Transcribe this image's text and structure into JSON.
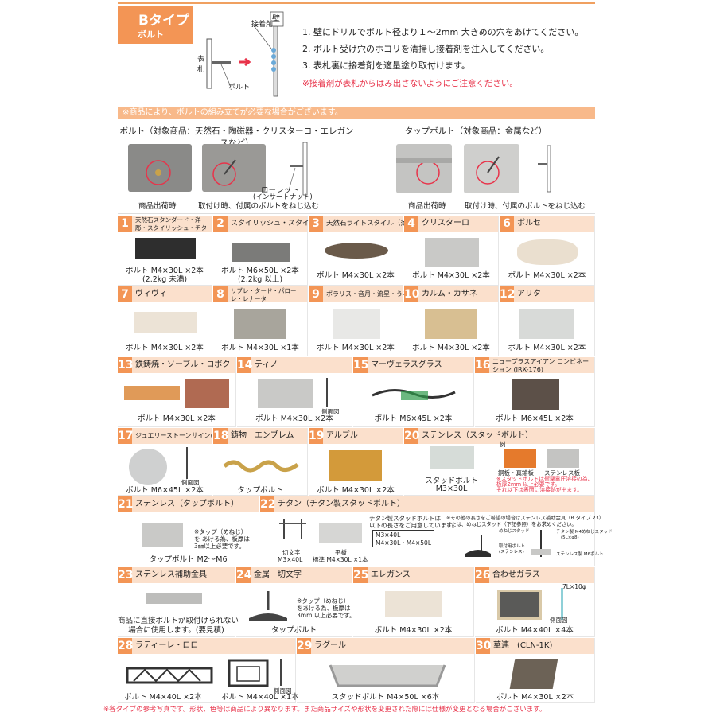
{
  "btype": {
    "title": "Bタイプ",
    "subtitle": "ボルト",
    "diagram": {
      "adhesive_label": "接着剤",
      "wall_label": "壁",
      "plate_label": "表札",
      "bolt_label": "ボルト"
    },
    "steps": [
      "1. 壁にドリルでボルト径より１～2mm 大きめの穴をあけてください。",
      "2. ボルト受け穴のホコリを清掃し接着剤を注入してください。",
      "3. 表札裏に接着剤を適量塗り取付けます。"
    ],
    "warning": "※接着剤が表札からはみ出さないようにご注意ください。"
  },
  "notice": "※商品により、ボルトの組み立てが必要な場合がございます。",
  "explain": {
    "left": {
      "heading": "ボルト（対象商品：天然石・陶磁器・クリスターロ・エレガンスなど）",
      "caption_shipping": "商品出荷時",
      "caption_install": "取付け時、付属のボルトをねじ込む",
      "insert_label": "ローレット",
      "insert_label2": "(インサートナット)"
    },
    "right": {
      "heading": "タップボルト（対象商品：金属など）",
      "caption_shipping": "商品出荷時",
      "caption_install": "取付け時、付属のボルトをねじ込む"
    }
  },
  "products": [
    {
      "num": "1",
      "title": "天然石スタンダード・洋彫・スタイリッシュ・チタンアートサイン",
      "caption": "ボルト M4×30L ×2本",
      "caption2": "(2.2kg 未満)"
    },
    {
      "num": "2",
      "title": "スタイリッシュ・スタイルプラス",
      "caption": "ボルト M6×50L ×2本",
      "caption2": "(2.2kg 以上)"
    },
    {
      "num": "3",
      "title": "天然石ライトスタイル（薄型）",
      "caption": "ボルト M4×30L ×2本"
    },
    {
      "num": "4",
      "title": "クリスターロ",
      "caption": "ボルト M4×30L ×2本"
    },
    {
      "num": "6",
      "title": "ボルセ",
      "caption": "ボルト M4×30L ×2本"
    },
    {
      "num": "7",
      "title": "ヴィヴィ",
      "caption": "ボルト M4×30L ×2本"
    },
    {
      "num": "8",
      "title": "リブレ・タード・パローレ・レナータ",
      "caption": "ボルト M4×30L ×1本"
    },
    {
      "num": "9",
      "title": "ボラリス・音月・流星・うるわし",
      "caption": "ボルト M4×30L ×2本"
    },
    {
      "num": "10",
      "title": "カルム・カサネ",
      "caption": "ボルト M4×30L ×2本"
    },
    {
      "num": "12",
      "title": "アリタ",
      "caption": "ボルト M4×30L ×2本"
    },
    {
      "num": "13",
      "title": "鉄鋳焼・ソーブル・コボク",
      "caption": "ボルト M4×30L ×2本"
    },
    {
      "num": "14",
      "title": "ティノ",
      "caption": "ボルト M4×30L ×2本",
      "side_label": "側面図"
    },
    {
      "num": "15",
      "title": "マーヴェラスグラス",
      "caption": "ボルト M6×45L ×2本"
    },
    {
      "num": "16",
      "title": "ニュープラスアイアン コンビネーション (IRX-176)",
      "caption": "ボルト M6×45L ×2本"
    },
    {
      "num": "17",
      "title": "ジュエリーストーンサイン(本体)",
      "caption": "ボルト M6×45L ×2本",
      "side_label": "側面図"
    },
    {
      "num": "18",
      "title": "鋳物　エンブレム",
      "caption": "タップボルト"
    },
    {
      "num": "19",
      "title": "アルブル",
      "caption": "ボルト M4×30L ×2本"
    },
    {
      "num": "20",
      "title": "ステンレス（スタッドボルト）",
      "caption": "スタッドボルト",
      "caption2": "M3×30L",
      "extra": {
        "example": "例",
        "label_a": "銅板・真鍮板",
        "label_b": "ステンレス板",
        "note1": "※スタッドボルトは衝撃電圧溶接の為、",
        "note2": "板厚2mm 以上必要です。",
        "note3": "それ以下は表面に溶接跡が出ます。"
      }
    },
    {
      "num": "21",
      "title": "ステンレス（タップボルト）",
      "caption": "タップボルト M2～M6",
      "notes": [
        "※タップ（めねじ）",
        "を あける為、板厚は",
        "3㎜以上必要です。"
      ]
    },
    {
      "num": "22",
      "title": "チタン（チタン製スタッドボルト）",
      "left_caption": "切文字",
      "left_caption2": "M3×40L",
      "mid_caption": "平板",
      "mid_caption2": "標準 M4×30L ×1本",
      "notes": [
        "チタン製スタッドボルトは",
        "以下の長さをご用意しています。"
      ],
      "sizes": [
        "M3×40L",
        "M4×30L・M4×50L"
      ],
      "right_notes": [
        "※その他の長さをご希望の場合はステンレス補助金具（B タイプ 23）",
        "または、めねじスタッド（下記参照）をお求めください。"
      ],
      "tags": [
        "めねじスタッド",
        "チタン製 M4めねじスタッド",
        "(5L×φ8)",
        "取付用ボルト",
        "(ステンレス)",
        "ステンレス製 M6ボルト"
      ]
    },
    {
      "num": "23",
      "title": "ステンレス補助金具",
      "caption": "商品に直接ボルトが取付けられない",
      "caption2": "場合に使用します。(要見積)"
    },
    {
      "num": "24",
      "title": "金属　切文字",
      "caption": "タップボルト",
      "notes": [
        "※タップ（めねじ）",
        "をあける為、板厚は",
        "3mm 以上必要です。"
      ]
    },
    {
      "num": "25",
      "title": "エレガンス",
      "caption": "ボルト M4×30L ×2本"
    },
    {
      "num": "26",
      "title": "合わせガラス",
      "caption": "ボルト M4×40L ×4本",
      "dim_label": "7L×10φ",
      "side_label": "側面図"
    },
    {
      "num": "28",
      "title": "ラティーレ・ロロ",
      "caption": "ボルト M4×40L ×2本",
      "caption_b": "ボルト M4×40L ×1本",
      "side_label": "側面図"
    },
    {
      "num": "29",
      "title": "ラグール",
      "caption": "スタッドボルト M4×50L ×6本"
    },
    {
      "num": "30",
      "title": "華連　(CLN-1K)",
      "caption": "ボルト M4×30L ×2本"
    }
  ],
  "footer": "※各タイプの参考写真です。形状、色等は商品により異なります。また商品サイズや形状を変更された際には仕様が変更となる場合がございます。",
  "colors": {
    "accent": "#f39555",
    "accent_light": "#fbe0cc",
    "warning": "#e8334a"
  }
}
